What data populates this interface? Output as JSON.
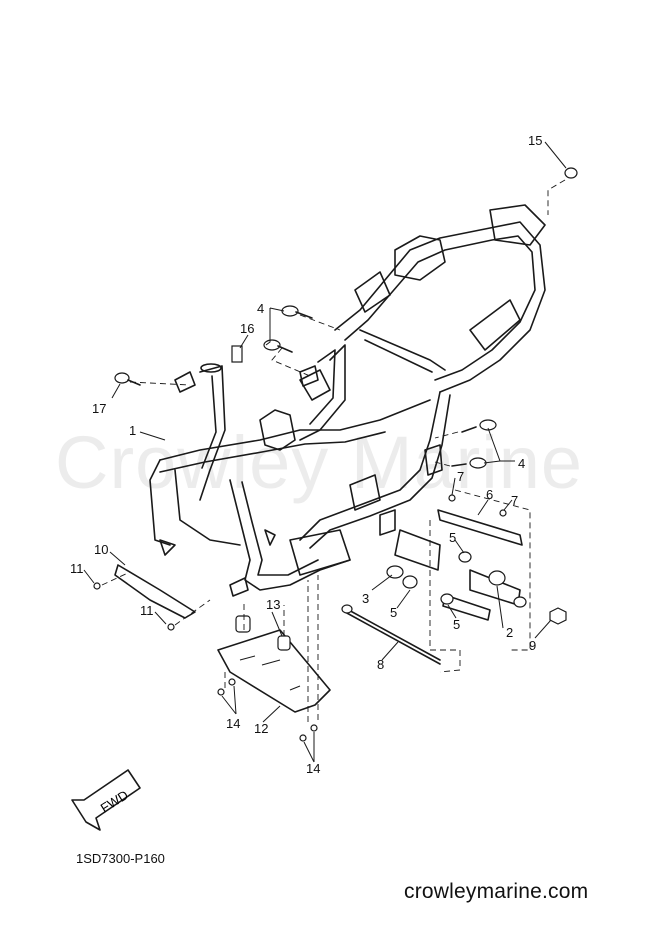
{
  "watermark": "Crowley Marine",
  "diagram_code": "1SD7300-P160",
  "footer": "crowleymarine.com",
  "direction_label": "FWD",
  "callouts": {
    "c1": "1",
    "c2": "2",
    "c3": "3",
    "c4a": "4",
    "c4b": "4",
    "c5a": "5",
    "c5b": "5",
    "c5c": "5",
    "c6": "6",
    "c7a": "7",
    "c7b": "7",
    "c8": "8",
    "c9": "9",
    "c10": "10",
    "c11a": "11",
    "c11b": "11",
    "c12": "12",
    "c13": "13",
    "c14a": "14",
    "c14b": "14",
    "c15": "15",
    "c16": "16",
    "c17": "17"
  }
}
